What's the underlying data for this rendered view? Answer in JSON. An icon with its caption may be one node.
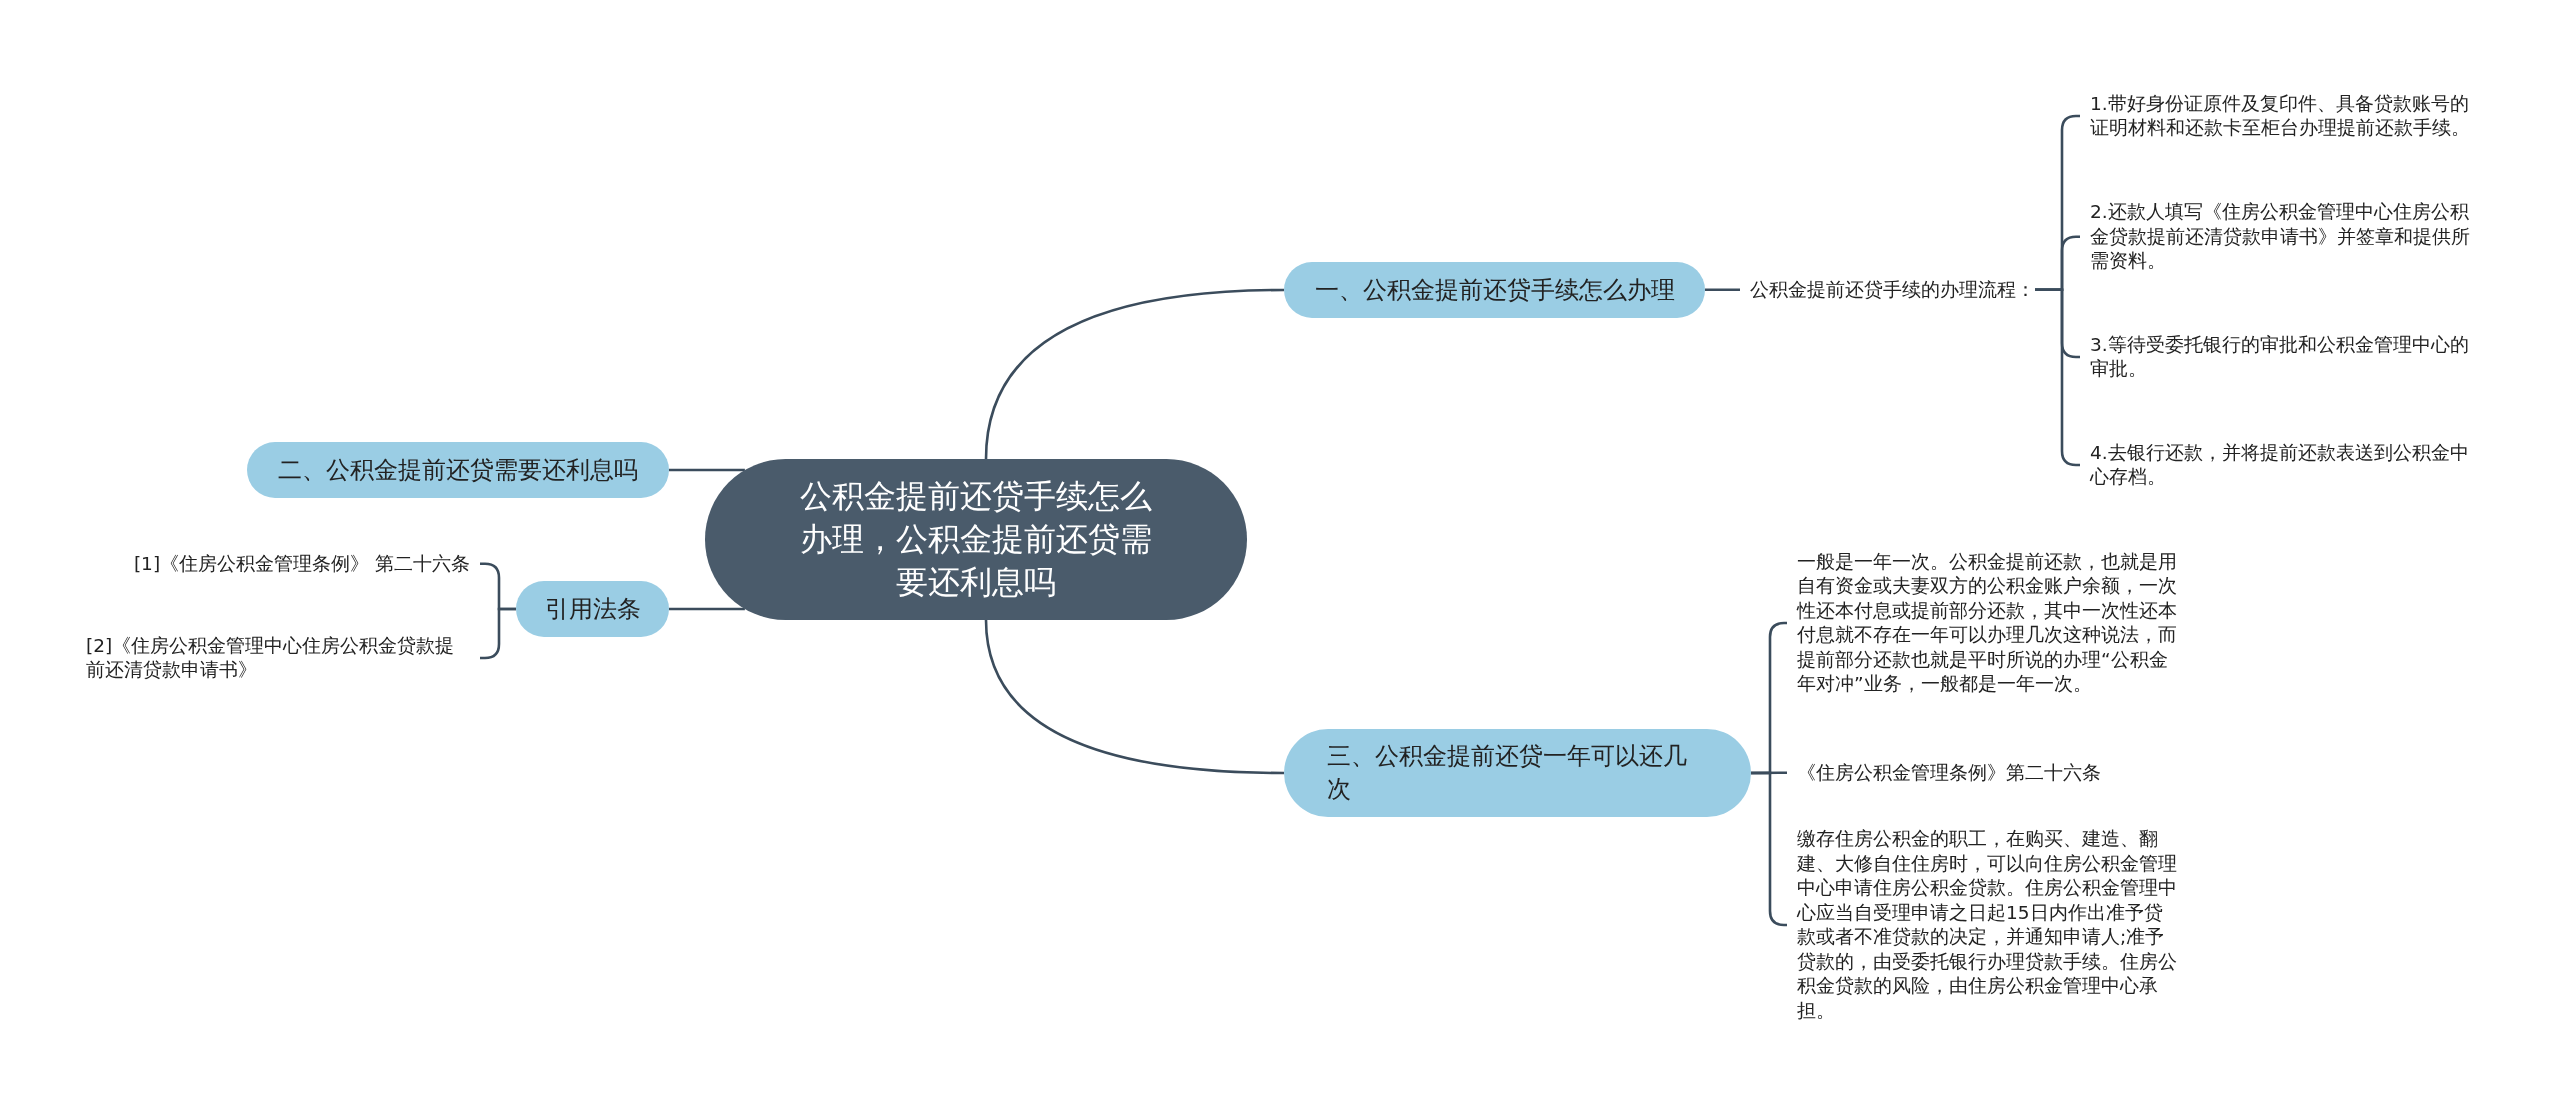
{
  "diagram": {
    "nodes": [
      {
        "text": [
          "公积金提前还贷手续怎么办理，公积金提前还贷需要还利息吗"
        ]
      },
      {
        "text": [
          "一、公积金提前还贷手续怎么办理"
        ]
      },
      {
        "text": [
          "公积金提前还贷手续的办理流程："
        ]
      },
      {
        "text": [
          "1.带好身份证原件及复印件、具备贷款账号的证明材料和还款卡至柜台办理提前还款手续。"
        ]
      },
      {
        "text": [
          "2.还款人填写《住房公积金管理中心住房公积金贷款提前还清贷款申请书》并签章和提供所需资料。"
        ]
      },
      {
        "text": [
          "3.等待受委托银行的审批和公积金管理中心的审批。"
        ]
      },
      {
        "text": [
          "4.去银行还款，并将提前还款表送到公积金中心存档。"
        ]
      },
      {
        "text": [
          "二、公积金提前还贷需要还利息吗"
        ]
      },
      {
        "text": [
          "引用法条"
        ]
      },
      {
        "text": [
          "[1]《住房公积金管理条例》 第二十六条"
        ]
      },
      {
        "text": [
          "[2]《住房公积金管理中心住房公积金贷款提前还清贷款申请书》"
        ]
      },
      {
        "text": [
          "三、公积金提前还贷一年可以还几次"
        ]
      },
      {
        "text": [
          "一般是一年一次。公积金提前还款，也就是用自有资金或夫妻双方的公积金账户余额，一次性还本付息或提前部分还款，其中一次性还本付息就不存在一年可以办理几次这种说法，而提前部分还款也就是平时所说的办理“公积金年对冲”业务，一般都是一年一次。"
        ]
      },
      {
        "text": [
          "《住房公积金管理条例》第二十六条"
        ]
      },
      {
        "text": [
          "缴存住房公积金的职工，在购买、建造、翻建、大修自住住房时，可以向住房公积金管理中心申请住房公积金贷款。住房公积金管理中心应当自受理申请之日起15日内作出准予贷款或者不准贷款的决定，并通知申请人;准予贷款的，由受委托银行办理贷款手续。住房公积金贷款的风险，由住房公积金管理中心承担。"
        ]
      }
    ],
    "edges": [
      {
        "from": 0,
        "to": 1,
        "arrow": "none"
      },
      {
        "from": 1,
        "to": 2,
        "arrow": "none"
      },
      {
        "from": 2,
        "to": 3,
        "arrow": "none"
      },
      {
        "from": 2,
        "to": 4,
        "arrow": "none"
      },
      {
        "from": 2,
        "to": 5,
        "arrow": "none"
      },
      {
        "from": 2,
        "to": 6,
        "arrow": "none"
      },
      {
        "from": 0,
        "to": 7,
        "arrow": "none"
      },
      {
        "from": 0,
        "to": 8,
        "arrow": "none"
      },
      {
        "from": 8,
        "to": 9,
        "arrow": "none"
      },
      {
        "from": 8,
        "to": 10,
        "arrow": "none"
      },
      {
        "from": 0,
        "to": 11,
        "arrow": "none"
      },
      {
        "from": 11,
        "to": 12,
        "arrow": "none"
      },
      {
        "from": 11,
        "to": 13,
        "arrow": "none"
      },
      {
        "from": 11,
        "to": 14,
        "arrow": "none"
      }
    ]
  }
}
